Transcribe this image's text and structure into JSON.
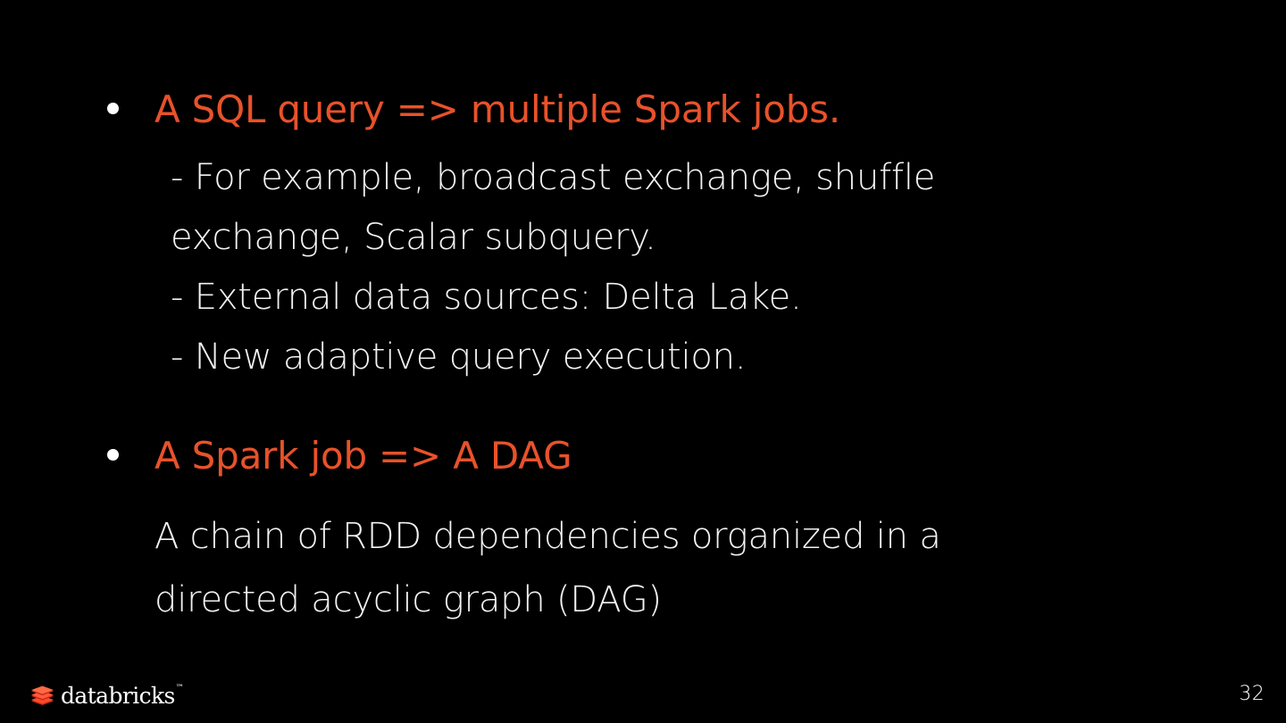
{
  "slide": {
    "background_color": "#000000",
    "accent_color": "#E8522A",
    "text_color": "#F2F2F2",
    "bullets": [
      {
        "marker": "•",
        "headline": "A SQL query => multiple Spark jobs.",
        "subitems": [
          "- For example, broadcast exchange, shuffle exchange, Scalar subquery.",
          "- External data sources: Delta Lake.",
          "- New adaptive query execution."
        ]
      },
      {
        "marker": "•",
        "headline": "A Spark job => A DAG",
        "body": "A chain of RDD dependencies organized in a directed acyclic graph (DAG)"
      }
    ]
  },
  "footer": {
    "logo_name": "databricks-logo",
    "wordmark": "databricks",
    "trademark": "™",
    "brick_color_light": "#FF5B3A",
    "brick_color_dark": "#C7281B",
    "page_number": "32"
  }
}
